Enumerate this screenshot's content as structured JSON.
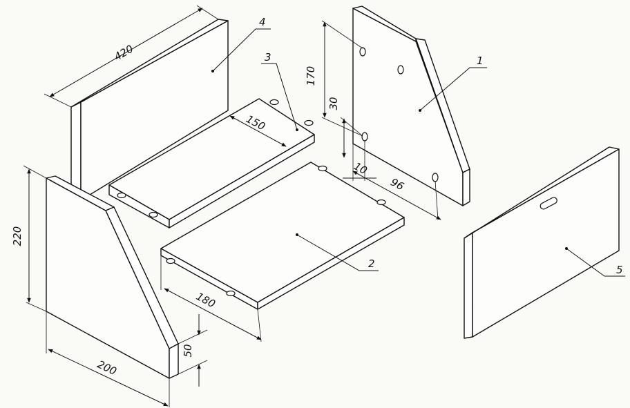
{
  "diagram": {
    "part_labels": {
      "p1": "1",
      "p2": "2",
      "p3": "3",
      "p4": "4",
      "p5": "5"
    },
    "dimensions": {
      "d420": "420",
      "d150": "150",
      "d170": "170",
      "d30": "30",
      "d10": "10",
      "d96": "96",
      "d220": "220",
      "d180": "180",
      "d200": "200",
      "d50": "50"
    },
    "colors": {
      "line": "#111111",
      "paper": "#fafaf7"
    }
  }
}
